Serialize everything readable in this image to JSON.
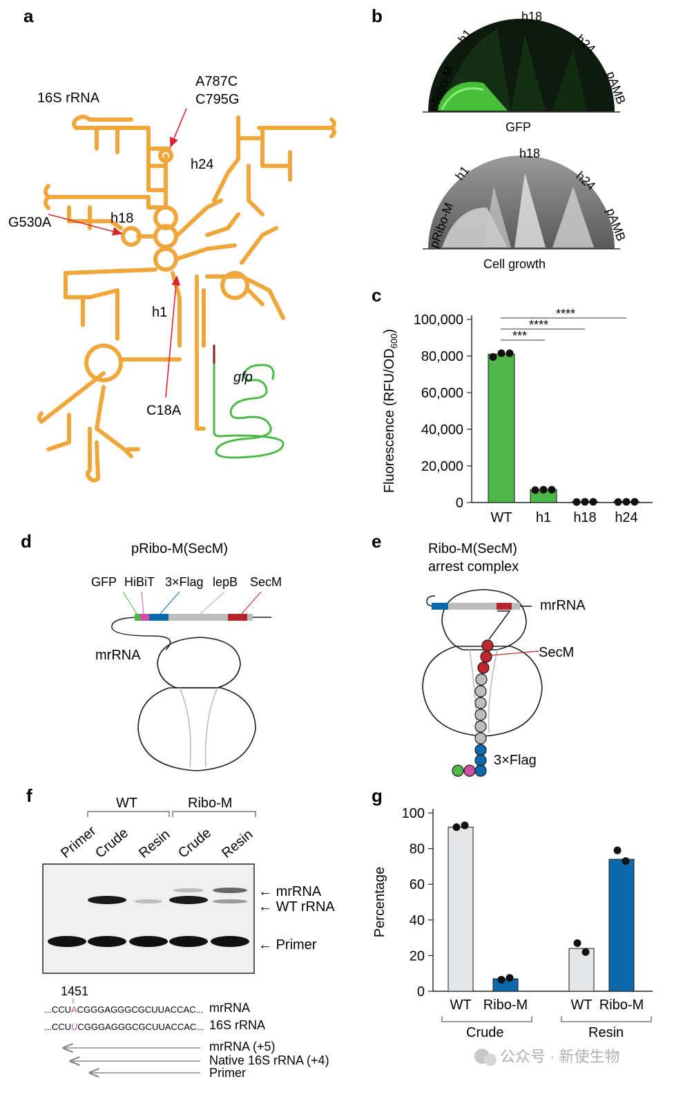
{
  "panels": {
    "a": {
      "letter": "a",
      "title": "16S rRNA",
      "mutations": [
        "A787C",
        "C795G",
        "G530A",
        "C18A"
      ],
      "helices": [
        "h24",
        "h18",
        "h1"
      ],
      "gene": "gfp",
      "colors": {
        "rrna": "#f0a63a",
        "gfp": "#4db848",
        "arrow": "#d9262e"
      }
    },
    "b": {
      "letter": "b",
      "sectors": [
        "pRibo-M",
        "h1",
        "h18",
        "h24",
        "pAMB"
      ],
      "plate1_label": "GFP",
      "plate2_label": "Cell growth"
    },
    "c": {
      "letter": "c",
      "sig": [
        "****",
        "****",
        "***"
      ]
    },
    "d": {
      "letter": "d",
      "title": "pRibo-M(SecM)",
      "segments": [
        "GFP",
        "HiBiT",
        "3×Flag",
        "lepB",
        "SecM"
      ],
      "mrna": "mrRNA"
    },
    "e": {
      "letter": "e",
      "title_line1": "Ribo-M(SecM)",
      "title_line2": "arrest complex",
      "mrna": "mrRNA",
      "secm": "SecM",
      "flag": "3×Flag"
    },
    "f": {
      "letter": "f",
      "groups": [
        "WT",
        "Ribo-M"
      ],
      "lanes": [
        "Primer",
        "Crude",
        "Resin",
        "Crude",
        "Resin"
      ],
      "bands": [
        "mrRNA",
        "WT rRNA",
        "Primer"
      ],
      "position": "1451",
      "seq1_pre": "...CCU",
      "seq1_mut": "A",
      "seq1_post": "CGGGAGGGCGCUUACCAC...",
      "seq1_label": "mrRNA",
      "seq2_pre": "...CCU",
      "seq2_mut": "U",
      "seq2_post": "CGGGAGGGCGCUUACCAC...",
      "seq2_label": "16S rRNA",
      "products": [
        "mrRNA (+5)",
        "Native 16S rRNA (+4)",
        "Primer"
      ]
    },
    "g": {
      "letter": "g",
      "groups": [
        "Crude",
        "Resin"
      ]
    }
  },
  "watermark": "公众号 · 新使生物",
  "chart_data": [
    {
      "id": "c",
      "type": "bar",
      "categories": [
        "WT",
        "h1",
        "h18",
        "h24"
      ],
      "values": [
        81000,
        7000,
        400,
        400
      ],
      "points": [
        [
          79500,
          81500,
          81500
        ],
        [
          6800,
          7000,
          7000
        ],
        [
          300,
          400,
          400
        ],
        [
          300,
          400,
          400
        ]
      ],
      "ylabel": "Fluorescence (RFU/OD",
      "ylabel_sub": "600",
      "ylabel_end": ")",
      "yticks": [
        "0",
        "20,000",
        "40,000",
        "60,000",
        "80,000",
        "100,000"
      ],
      "ylim": [
        0,
        100000
      ],
      "bar_color": "#4db848",
      "grid": false
    },
    {
      "id": "g",
      "type": "bar",
      "categories": [
        "WT",
        "Ribo-M",
        "WT",
        "Ribo-M"
      ],
      "groups": [
        "Crude",
        "Crude",
        "Resin",
        "Resin"
      ],
      "values": [
        92,
        7,
        24,
        74
      ],
      "points": [
        [
          92,
          93
        ],
        [
          6.5,
          7.5
        ],
        [
          27,
          22
        ],
        [
          79,
          73
        ]
      ],
      "ylabel": "Percentage",
      "yticks": [
        "0",
        "20",
        "40",
        "60",
        "80",
        "100"
      ],
      "ylim": [
        0,
        100
      ],
      "colors": [
        "#e3e5e7",
        "#0a6aab",
        "#e3e5e7",
        "#0a6aab"
      ],
      "grid": false
    }
  ]
}
